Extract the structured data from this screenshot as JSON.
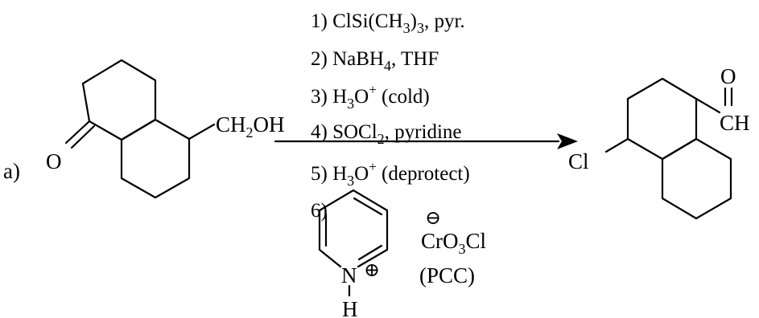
{
  "part_label": "a)",
  "reactant": {
    "carbonyl_O": "O",
    "side_group": {
      "main": "CH",
      "sub": "2",
      "tail": "OH"
    }
  },
  "steps": [
    {
      "num": "1)",
      "parts": [
        {
          "t": "ClSi(CH"
        },
        {
          "sub": "3"
        },
        {
          "t": ")"
        },
        {
          "sub": "3"
        },
        {
          "t": ", pyr."
        }
      ]
    },
    {
      "num": "2)",
      "parts": [
        {
          "t": "NaBH"
        },
        {
          "sub": "4"
        },
        {
          "t": ", THF"
        }
      ]
    },
    {
      "num": "3)",
      "parts": [
        {
          "t": "H"
        },
        {
          "sub": "3"
        },
        {
          "t": "O"
        },
        {
          "sup": "+"
        },
        {
          "t": " (cold)"
        }
      ]
    },
    {
      "num": "4)",
      "parts": [
        {
          "t": "SOCl"
        },
        {
          "sub": "2"
        },
        {
          "t": ", pyridine"
        }
      ]
    },
    {
      "num": "5)",
      "parts": [
        {
          "t": "H"
        },
        {
          "sub": "3"
        },
        {
          "t": "O"
        },
        {
          "sup": "+"
        },
        {
          "t": " (deprotect)"
        }
      ]
    },
    {
      "num": "6)",
      "parts": []
    }
  ],
  "reagent6": {
    "ring_N": "N",
    "N_H": "H",
    "plus_charge": "⊕",
    "minus_charge": "⊖",
    "anion": {
      "main": "CrO",
      "sub": "3",
      "tail": "Cl"
    },
    "abbreviation": "(PCC)"
  },
  "product": {
    "chloro": "Cl",
    "aldehyde_O": "O",
    "aldehyde_CH": "CH"
  }
}
